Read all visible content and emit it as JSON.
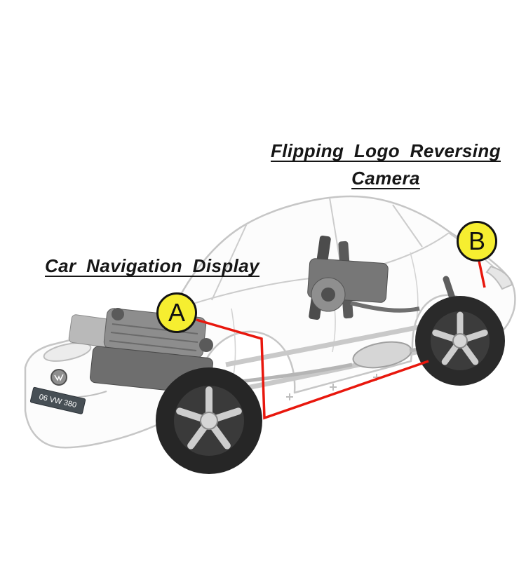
{
  "page": {
    "background": "#ffffff"
  },
  "callouts": {
    "a": {
      "letter": "A",
      "label": "Car Navigation Display"
    },
    "b": {
      "letter": "B",
      "label_line1": "Flipping Logo Reversing",
      "label_line2": "Camera"
    }
  },
  "car": {
    "license_plate": "06 VW 380"
  },
  "colors": {
    "circle_fill": "#f6ee30",
    "circle_stroke": "#141414",
    "connector": "#e8170d",
    "text": "#161616"
  }
}
